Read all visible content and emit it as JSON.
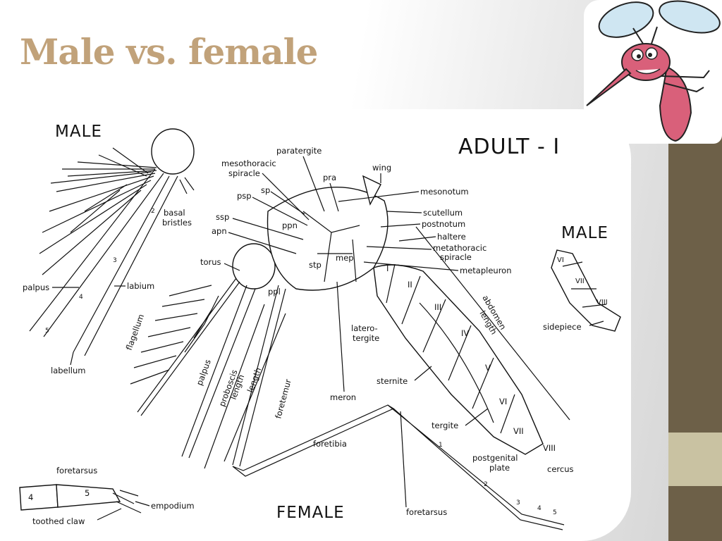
{
  "slide": {
    "title": "Male vs. female"
  },
  "diagram": {
    "header_male": "MALE",
    "header_adult": "ADULT - I",
    "header_male_right": "MALE",
    "header_female": "FEMALE",
    "labels": {
      "basal_bristles": "basal\nbristles",
      "palpus_male": "palpus",
      "labium": "labium",
      "labellum": "labellum",
      "num_1": "1",
      "num_2": "2",
      "num_3": "3",
      "num_4": "4",
      "num_5": "5",
      "torus": "torus",
      "flagellum": "flagellum",
      "palpus_female": "palpus",
      "proboscis_length": "proboscis\nlength",
      "length": "length",
      "foretemur": "foretemur",
      "paratergite": "paratergite",
      "mesothoracic_spiracle": "mesothoracic\nspiracle",
      "pra": "pra",
      "wing": "wing",
      "sp": "sp",
      "psp": "psp",
      "ssp": "ssp",
      "apn": "apn",
      "ppn": "ppn",
      "stp": "stp",
      "mep": "mep",
      "ppl": "ppl",
      "mesonotum": "mesonotum",
      "scutellum": "scutellum",
      "postnotum": "postnotum",
      "haltere": "haltere",
      "metathoracic_spiracle": "metathoracic\nspiracle",
      "metapleuron": "metapleuron",
      "abdomen_length": "abdomen\nlength",
      "latero_tergite": "latero-\ntergite",
      "sternite": "sternite",
      "meron": "meron",
      "foretibia": "foretibia",
      "tergite": "tergite",
      "postgenital_plate": "postgenital\nplate",
      "cercus": "cercus",
      "viii": "VIII",
      "sidepiece": "sidepiece",
      "vi_m": "VI",
      "vii_m": "VII",
      "viii_m": "VIII",
      "seg_I": "I",
      "seg_II": "II",
      "seg_III": "III",
      "seg_IV": "IV",
      "seg_V": "V",
      "seg_VI": "VI",
      "seg_VII": "VII",
      "foretarsus_top": "foretarsus",
      "tarsus_4": "4",
      "tarsus_5": "5",
      "empodium": "empodium",
      "toothed_claw": "toothed claw",
      "foretarsus_bottom": "foretarsus",
      "ft_1": "1",
      "ft_2": "2",
      "ft_3": "3",
      "ft_4": "4",
      "ft_5": "5"
    }
  },
  "colors": {
    "title": "#c1a27a",
    "band_dark": "#6d6048",
    "band_light": "#c9c2a2",
    "mosquito_body": "#d9607a",
    "mosquito_wing": "#cfe6f2"
  }
}
